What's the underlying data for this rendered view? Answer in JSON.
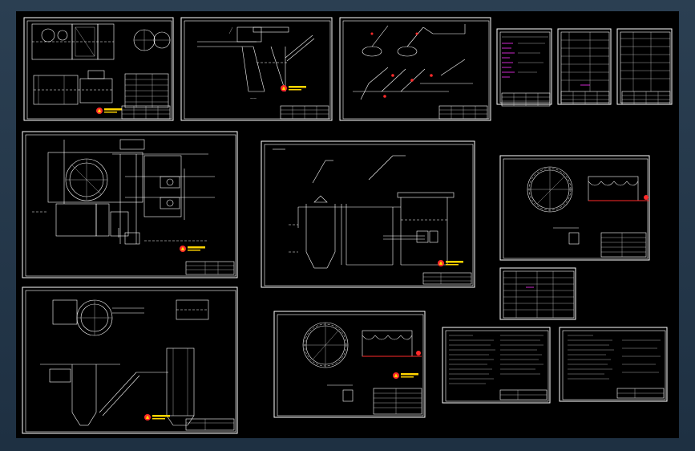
{
  "app": {
    "title": "",
    "background_color": "#2b3f52",
    "model_space_color": "#000000",
    "line_color": "#ffffff",
    "accent_colors": [
      "#ff2a2a",
      "#ff33ff",
      "#ffd400"
    ]
  },
  "sheets": [
    {
      "id": "sheet-1",
      "kind": "equipment-plan-and-section"
    },
    {
      "id": "sheet-2",
      "kind": "section-elevation"
    },
    {
      "id": "sheet-3",
      "kind": "piping-isometric"
    },
    {
      "id": "sheet-4",
      "kind": "text-table"
    },
    {
      "id": "sheet-5",
      "kind": "text-table"
    },
    {
      "id": "sheet-6",
      "kind": "text-table"
    },
    {
      "id": "sheet-7",
      "kind": "large-plan"
    },
    {
      "id": "sheet-8",
      "kind": "large-section"
    },
    {
      "id": "sheet-9",
      "kind": "circular-tank-detail"
    },
    {
      "id": "sheet-10",
      "kind": "material-table"
    },
    {
      "id": "sheet-11",
      "kind": "plan-and-sections"
    },
    {
      "id": "sheet-12",
      "kind": "circular-tank-detail"
    },
    {
      "id": "sheet-13",
      "kind": "design-notes"
    },
    {
      "id": "sheet-14",
      "kind": "design-notes"
    }
  ]
}
